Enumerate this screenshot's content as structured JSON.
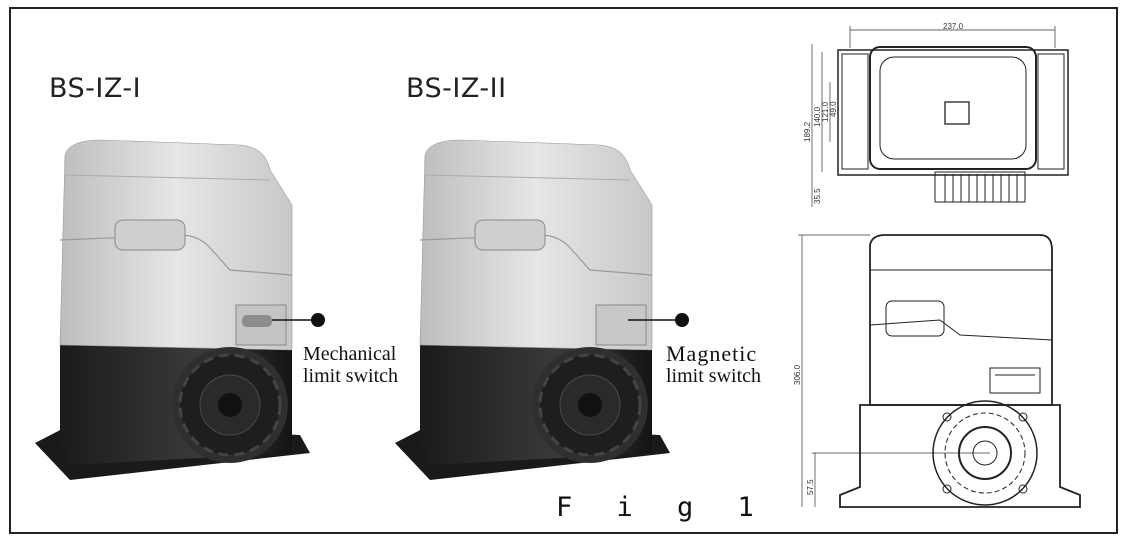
{
  "models": [
    {
      "label": "BS-IZ-I",
      "callout_line1": "Mechanical",
      "callout_line2": "limit switch"
    },
    {
      "label": "BS-IZ-II",
      "callout_line1": "Magnetic",
      "callout_line2": "limit switch"
    }
  ],
  "figure_caption": "F i g  1",
  "top_view_dims": {
    "width": "237.0",
    "d1": "189.2",
    "d2": "140.0",
    "d3": "121.0",
    "d4": "49.0",
    "d5": "35.5"
  },
  "side_view_dims": {
    "height": "306.0",
    "gear_height": "57.5"
  },
  "colors": {
    "housing_light": "#d6d6d6",
    "housing_dark": "#2a2a2a",
    "line": "#222222"
  }
}
